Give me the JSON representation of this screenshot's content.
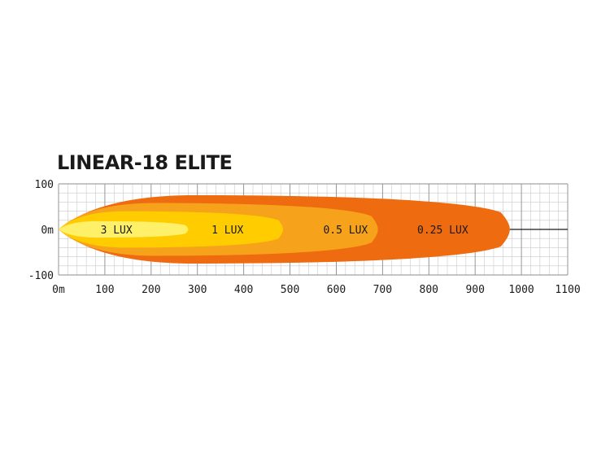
{
  "chart_data": {
    "type": "area",
    "title": "LINEAR-18 ELITE",
    "x_ticks": [
      "0m",
      "100",
      "200",
      "300",
      "400",
      "500",
      "600",
      "700",
      "800",
      "900",
      "1000",
      "1100"
    ],
    "y_ticks": [
      "100",
      "0m",
      "-100"
    ],
    "xlim": [
      0,
      1100
    ],
    "ylim": [
      -100,
      100
    ],
    "grid": true,
    "series": [
      {
        "name": "0.25 LUX",
        "reach": 975,
        "half_width": 75,
        "color": "#ee6b0f"
      },
      {
        "name": "0.5 LUX",
        "reach": 690,
        "half_width": 58,
        "color": "#f7a21b"
      },
      {
        "name": "1 LUX",
        "reach": 485,
        "half_width": 40,
        "color": "#ffcc00"
      },
      {
        "name": "3 LUX",
        "reach": 280,
        "half_width": 18,
        "color": "#fff06a"
      }
    ],
    "label_x": [
      125,
      365,
      620,
      830
    ]
  }
}
